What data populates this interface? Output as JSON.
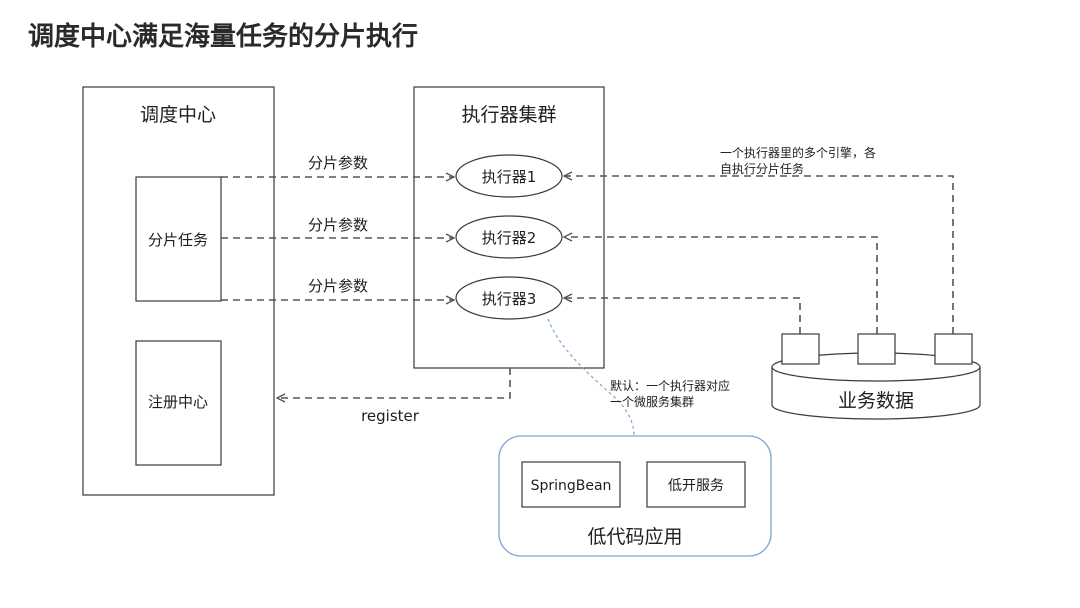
{
  "title": "调度中心满足海量任务的分片执行",
  "scheduler": {
    "title": "调度中心",
    "shard_task": "分片任务",
    "registry": "注册中心"
  },
  "cluster": {
    "title": "执行器集群",
    "executors": [
      "执行器1",
      "执行器2",
      "执行器3"
    ]
  },
  "edges": {
    "shard_param_1": "分片参数",
    "shard_param_2": "分片参数",
    "shard_param_3": "分片参数",
    "register": "register"
  },
  "notes": {
    "engines_line1": "一个执行器里的多个引擎，各",
    "engines_line2": "自执行分片任务",
    "default_line1": "默认：一个执行器对应",
    "default_line2": "一个微服务集群"
  },
  "business": {
    "label": "业务数据"
  },
  "lowcode": {
    "title": "低代码应用",
    "items": [
      "SpringBean",
      "低开服务"
    ]
  }
}
